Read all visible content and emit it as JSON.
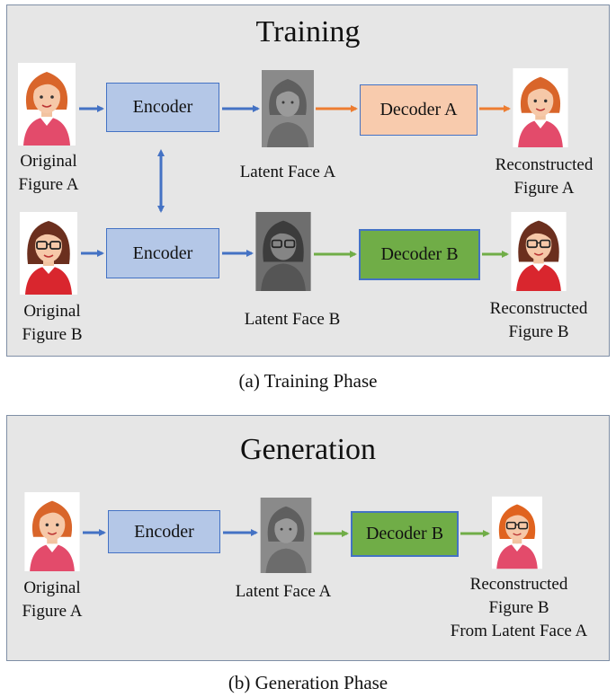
{
  "training": {
    "title": "Training",
    "encoder_a": "Encoder",
    "encoder_b": "Encoder",
    "decoder_a": "Decoder A",
    "decoder_b": "Decoder B",
    "original_a": [
      "Original",
      "Figure A"
    ],
    "original_b": [
      "Original",
      "Figure B"
    ],
    "latent_a": "Latent Face A",
    "latent_b": "Latent Face B",
    "recon_a": [
      "Reconstructed",
      "Figure A"
    ],
    "recon_b": [
      "Reconstructed",
      "Figure B"
    ],
    "caption": "(a)  Training  Phase"
  },
  "generation": {
    "title": "Generation",
    "encoder": "Encoder",
    "decoder": "Decoder B",
    "original": [
      "Original",
      "Figure A"
    ],
    "latent": "Latent Face A",
    "recon": [
      "Reconstructed",
      "Figure B",
      "From Latent Face A"
    ],
    "caption": "(b)  Generation  Phase"
  },
  "colors": {
    "panel_bg": "#e6e6e6",
    "encoder_fill": "#b4c7e7",
    "decoder_a_fill": "#f8cbad",
    "decoder_b_fill": "#70ad47",
    "arrow_blue": "#4472c4",
    "arrow_orange": "#ed7d31",
    "arrow_green": "#70ad47"
  },
  "icons": [
    "woman-redhead-icon",
    "woman-glasses-icon",
    "latent-face-icon",
    "redhead-with-glasses-icon"
  ]
}
